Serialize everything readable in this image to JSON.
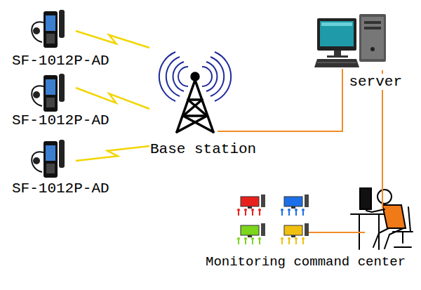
{
  "diagram": {
    "nodes": [
      {
        "text": [
          "SF-1012P-AD"
        ]
      },
      {
        "text": [
          "SF-1012P-AD"
        ]
      },
      {
        "text": [
          "SF-1012P-AD"
        ]
      },
      {
        "text": [
          "Base station"
        ]
      },
      {
        "text": [
          "server"
        ]
      },
      {
        "text": [
          "Monitoring command center"
        ]
      }
    ],
    "edges": [
      {
        "from": 0,
        "to": 3,
        "arrow": "none"
      },
      {
        "from": 1,
        "to": 3,
        "arrow": "none"
      },
      {
        "from": 2,
        "to": 3,
        "arrow": "none"
      },
      {
        "from": 3,
        "to": 4,
        "arrow": "none"
      },
      {
        "from": 4,
        "to": 5,
        "arrow": "none"
      }
    ]
  }
}
